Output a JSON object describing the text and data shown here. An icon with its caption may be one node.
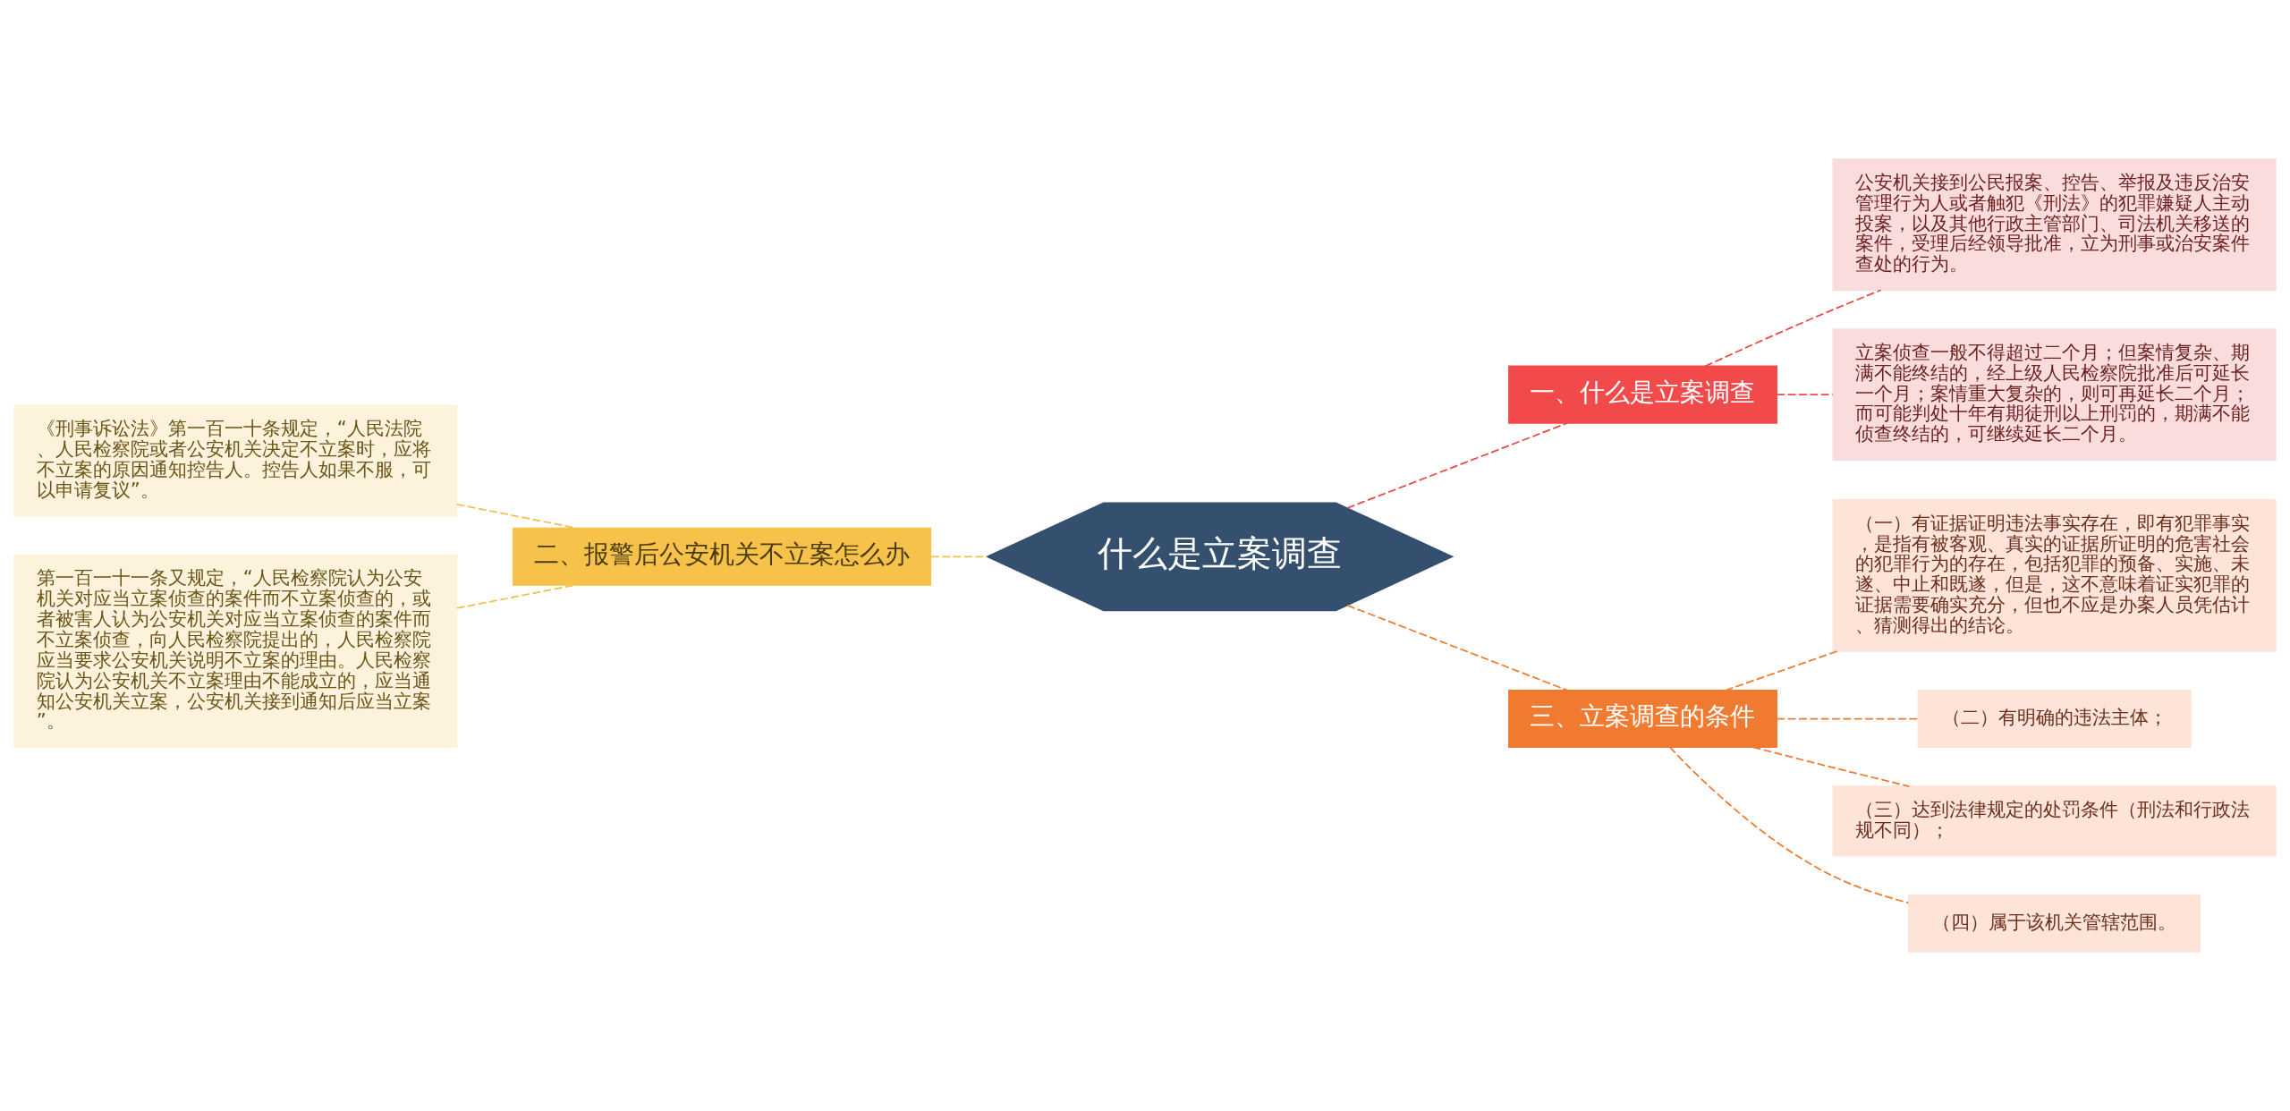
{
  "diagram": {
    "nodes": [
      {
        "text": [
          "什么是立案调查"
        ]
      },
      {
        "text": [
          "一、什么是立案调查"
        ]
      },
      {
        "text": [
          "公安机关接到公民报案、控告、举报及违反治安管理行为人或者触犯《刑法》的犯罪嫌疑人主动投案，以及其他行政主管部门、司法机关移送的案件，受理后经领导批准，立为刑事或治安案件查处的行为。"
        ]
      },
      {
        "text": [
          "立案侦查一般不得超过二个月；但案情复杂、期满不能终结的，经上级人民检察院批准后可延长一个月；案情重大复杂的，则可再延长二个月；而可能判处十年有期徒刑以上刑罚的，期满不能侦查终结的，可继续延长二个月。"
        ]
      },
      {
        "text": [
          "二、报警后公安机关不立案怎么办"
        ]
      },
      {
        "text": [
          "《刑事诉讼法》第一百一十条规定，“人民法院、人民检察院或者公安机关决定不立案时，应将不立案的原因通知控告人。控告人如果不服，可以申请复议”。"
        ]
      },
      {
        "text": [
          "第一百一十一条又规定，“人民检察院认为公安机关对应当立案侦查的案件而不立案侦查的，或者被害人认为公安机关对应当立案侦查的案件而不立案侦查，向人民检察院提出的，人民检察院应当要求公安机关说明不立案的理由。人民检察院认为公安机关不立案理由不能成立的，应当通知公安机关立案，公安机关接到通知后应当立案”。"
        ]
      },
      {
        "text": [
          "三、立案调查的条件"
        ]
      },
      {
        "text": [
          "（一）有证据证明违法事实存在，即有犯罪事实，是指有被客观、真实的证据所证明的危害社会的犯罪行为的存在，包括犯罪的预备、实施、未遂、中止和既遂，但是，这不意味着证实犯罪的证据需要确实充分，但也不应是办案人员凭估计、猜测得出的结论。"
        ]
      },
      {
        "text": [
          "（二）有明确的违法主体；"
        ]
      },
      {
        "text": [
          "（三）达到法律规定的处罚条件（刑法和行政法规不同）；"
        ]
      },
      {
        "text": [
          "（四）属于该机关管辖范围。"
        ]
      }
    ],
    "edges": [
      {
        "from": 0,
        "to": 1,
        "arrow": "none",
        "style": "dashed",
        "color": "#e84a4a"
      },
      {
        "from": 1,
        "to": 2,
        "arrow": "none",
        "style": "dashed",
        "color": "#e84a4a"
      },
      {
        "from": 1,
        "to": 3,
        "arrow": "none",
        "style": "dashed",
        "color": "#e84a4a"
      },
      {
        "from": 0,
        "to": 4,
        "arrow": "none",
        "style": "dashed",
        "color": "#f2c04a"
      },
      {
        "from": 4,
        "to": 5,
        "arrow": "none",
        "style": "dashed",
        "color": "#f2c04a"
      },
      {
        "from": 4,
        "to": 6,
        "arrow": "none",
        "style": "dashed",
        "color": "#f2c04a"
      },
      {
        "from": 0,
        "to": 7,
        "arrow": "none",
        "style": "dashed",
        "color": "#f07a30"
      },
      {
        "from": 7,
        "to": 8,
        "arrow": "none",
        "style": "dashed",
        "color": "#f07a30"
      },
      {
        "from": 7,
        "to": 9,
        "arrow": "none",
        "style": "dashed",
        "color": "#f07a30"
      },
      {
        "from": 7,
        "to": 10,
        "arrow": "none",
        "style": "dashed",
        "color": "#f07a30"
      },
      {
        "from": 7,
        "to": 11,
        "arrow": "none",
        "style": "dashed",
        "color": "#f07a30"
      }
    ]
  }
}
